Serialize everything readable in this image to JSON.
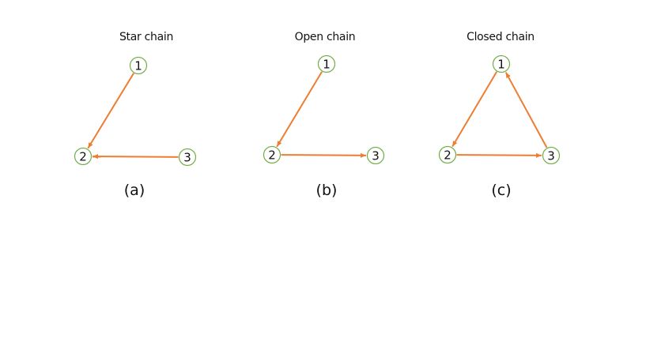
{
  "colors": {
    "edge": "#ed7d31",
    "node_border": "#70ad47",
    "text": "#111111",
    "background": "#ffffff"
  },
  "panels": [
    {
      "id": "a",
      "title": "Star chain",
      "caption": "(a)",
      "nodes": [
        "1",
        "2",
        "3"
      ],
      "edges": [
        {
          "from": "1",
          "to": "2",
          "direction": "1→2"
        },
        {
          "from": "3",
          "to": "2",
          "direction": "3→2"
        }
      ]
    },
    {
      "id": "b",
      "title": "Open chain",
      "caption": "(b)",
      "nodes": [
        "1",
        "2",
        "3"
      ],
      "edges": [
        {
          "from": "1",
          "to": "2",
          "direction": "1→2"
        },
        {
          "from": "2",
          "to": "3",
          "direction": "2→3"
        }
      ]
    },
    {
      "id": "c",
      "title": "Closed chain",
      "caption": "(c)",
      "nodes": [
        "1",
        "2",
        "3"
      ],
      "edges": [
        {
          "from": "1",
          "to": "2",
          "direction": "1→2"
        },
        {
          "from": "2",
          "to": "3",
          "direction": "2→3"
        },
        {
          "from": "3",
          "to": "1",
          "direction": "3→1"
        }
      ]
    }
  ]
}
